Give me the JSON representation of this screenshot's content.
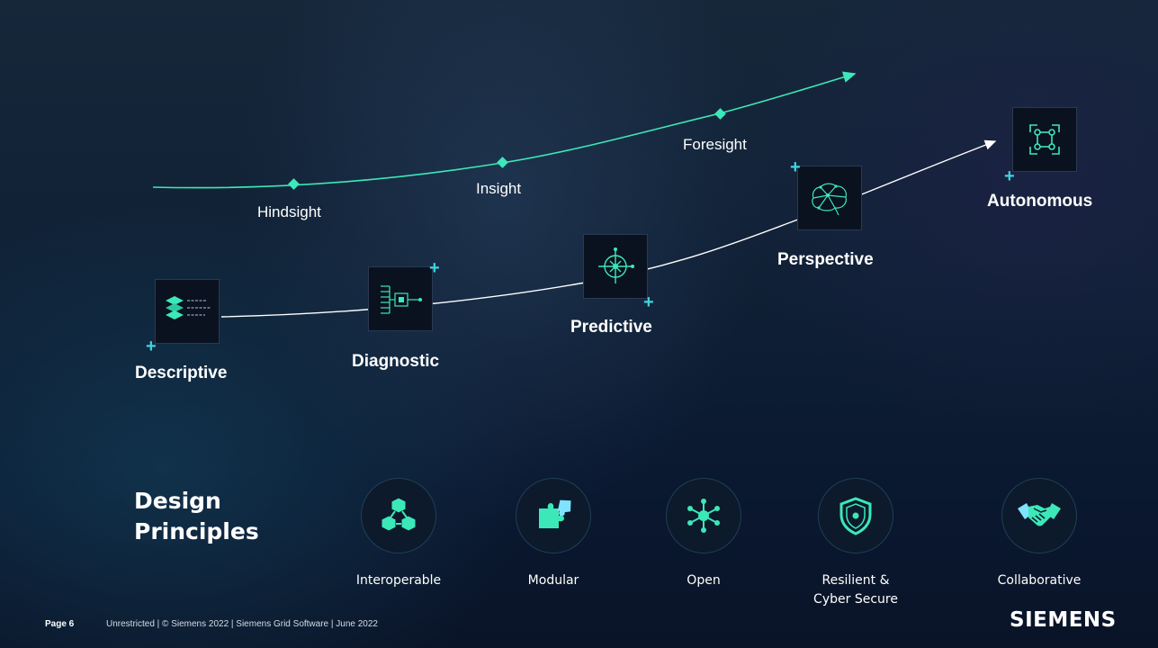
{
  "phases": {
    "hindsight": "Hindsight",
    "insight": "Insight",
    "foresight": "Foresight"
  },
  "stages": {
    "descriptive": "Descriptive",
    "diagnostic": "Diagnostic",
    "predictive": "Predictive",
    "perspective": "Perspective",
    "autonomous": "Autonomous"
  },
  "plus_symbol": "+",
  "design_principles": {
    "title_line1": "Design",
    "title_line2": "Principles",
    "items": [
      {
        "label": "Interoperable",
        "icon": "interoperable-cubes-icon"
      },
      {
        "label": "Modular",
        "icon": "puzzle-icon"
      },
      {
        "label": "Open",
        "icon": "network-hub-icon"
      },
      {
        "label": "Resilient &\nCyber Secure",
        "icon": "shield-icon"
      },
      {
        "label": "Collaborative",
        "icon": "handshake-icon"
      }
    ]
  },
  "footer": {
    "page": "Page 6",
    "text": "Unrestricted | © Siemens 2022 | Siemens Grid Software | June 2022"
  },
  "brand": "SIEMENS",
  "colors": {
    "accent": "#3de8b8",
    "plus": "#3fd4e0",
    "background": "#0f2035"
  }
}
